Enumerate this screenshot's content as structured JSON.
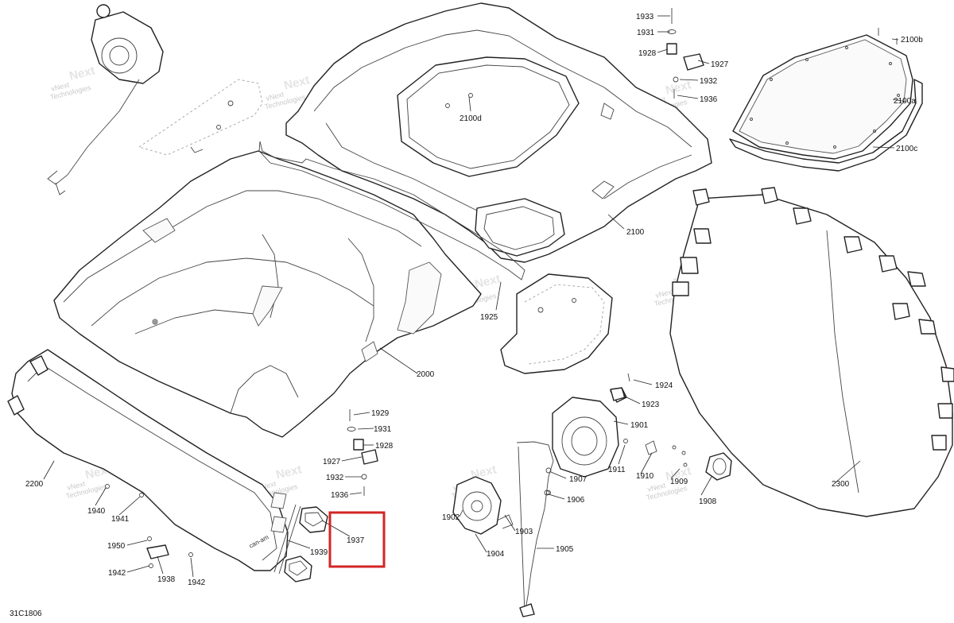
{
  "diagram": {
    "drawing_id": "31C1806",
    "highlighted_part": "1937",
    "highlight_color": "#d32525",
    "line_color": "#222222",
    "watermark": {
      "line1": "vNext",
      "line2": "Technologies"
    },
    "brand_mark": "can-am",
    "callouts": [
      {
        "id": "c1933",
        "label": "1933"
      },
      {
        "id": "c1931a",
        "label": "1931"
      },
      {
        "id": "c1928a",
        "label": "1928"
      },
      {
        "id": "c1927a",
        "label": "1927"
      },
      {
        "id": "c1932a",
        "label": "1932"
      },
      {
        "id": "c1936a",
        "label": "1936"
      },
      {
        "id": "c2100b",
        "label": "2100b"
      },
      {
        "id": "c2100a",
        "label": "2100a"
      },
      {
        "id": "c2100c",
        "label": "2100c"
      },
      {
        "id": "c2100d",
        "label": "2100d"
      },
      {
        "id": "c2100",
        "label": "2100"
      },
      {
        "id": "c1925",
        "label": "1925"
      },
      {
        "id": "c2000",
        "label": "2000"
      },
      {
        "id": "c1924",
        "label": "1924"
      },
      {
        "id": "c1923",
        "label": "1923"
      },
      {
        "id": "c1901",
        "label": "1901"
      },
      {
        "id": "c1911",
        "label": "1911"
      },
      {
        "id": "c1910",
        "label": "1910"
      },
      {
        "id": "c1909",
        "label": "1909"
      },
      {
        "id": "c1908",
        "label": "1908"
      },
      {
        "id": "c2300",
        "label": "2300"
      },
      {
        "id": "c1929",
        "label": "1929"
      },
      {
        "id": "c1931b",
        "label": "1931"
      },
      {
        "id": "c1928b",
        "label": "1928"
      },
      {
        "id": "c1927b",
        "label": "1927"
      },
      {
        "id": "c1932b",
        "label": "1932"
      },
      {
        "id": "c1936b",
        "label": "1936"
      },
      {
        "id": "c1937",
        "label": "1937"
      },
      {
        "id": "c1939",
        "label": "1939"
      },
      {
        "id": "c1907",
        "label": "1907"
      },
      {
        "id": "c1906",
        "label": "1906"
      },
      {
        "id": "c1902",
        "label": "1902"
      },
      {
        "id": "c1903",
        "label": "1903"
      },
      {
        "id": "c1904",
        "label": "1904"
      },
      {
        "id": "c1905",
        "label": "1905"
      },
      {
        "id": "c2200",
        "label": "2200"
      },
      {
        "id": "c1940",
        "label": "1940"
      },
      {
        "id": "c1941",
        "label": "1941"
      },
      {
        "id": "c1950",
        "label": "1950"
      },
      {
        "id": "c1942a",
        "label": "1942"
      },
      {
        "id": "c1938",
        "label": "1938"
      },
      {
        "id": "c1942b",
        "label": "1942"
      }
    ]
  }
}
